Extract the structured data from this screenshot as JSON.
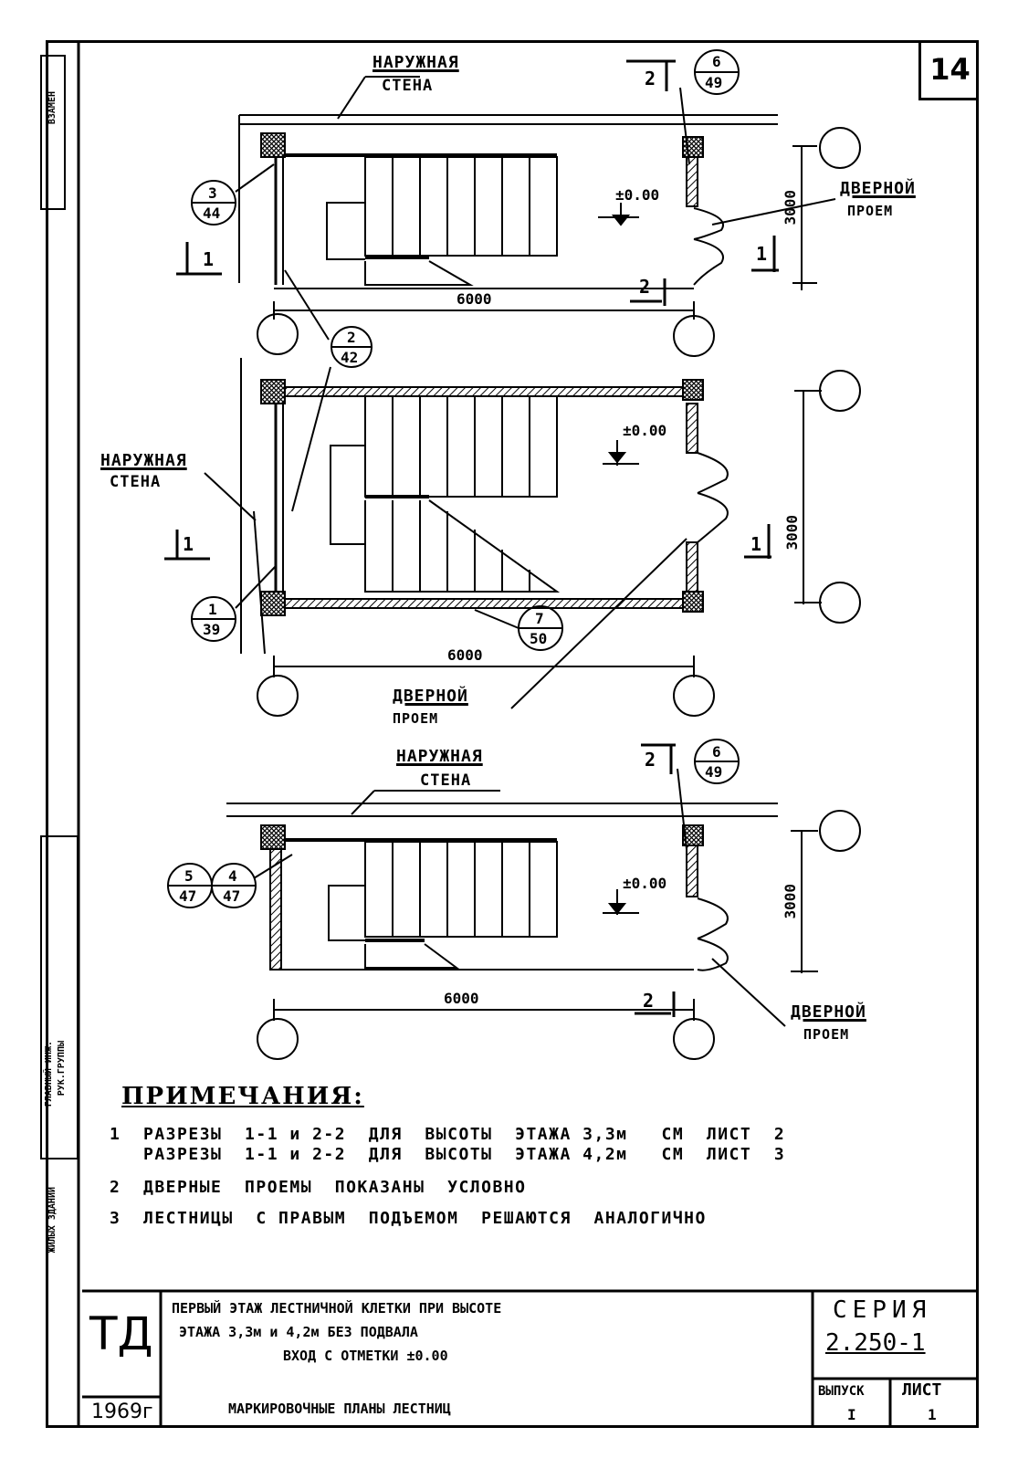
{
  "sheet_number": "14",
  "plan1": {
    "wall_label_1": "НАРУЖНАЯ",
    "wall_label_2": "СТЕНА",
    "door_label_1": "ДВЕРНОЙ",
    "door_label_2": "ПРОЕМ",
    "elevation": "±0.00",
    "dim_width": "6000",
    "dim_height": "3000",
    "cut_a": "1",
    "cut_a2": "1",
    "cut_b": "2",
    "cut_b2": "2",
    "ref_a_top": "3",
    "ref_a_bottom": "44",
    "ref_b_top": "6",
    "ref_b_bottom": "49",
    "ref_c_top": "2",
    "ref_c_bottom": "42"
  },
  "plan2": {
    "wall_label_1": "НАРУЖНАЯ",
    "wall_label_2": "СТЕНА",
    "door_label_1": "ДВЕРНОЙ",
    "door_label_2": "ПРОЕМ",
    "elevation": "±0.00",
    "dim_width": "6000",
    "dim_height": "3000",
    "cut_a": "1",
    "cut_a2": "1",
    "ref_a_top": "1",
    "ref_a_bottom": "39",
    "ref_b_top": "7",
    "ref_b_bottom": "50"
  },
  "plan3": {
    "wall_label_1": "НАРУЖНАЯ",
    "wall_label_2": "СТЕНА",
    "door_label_1": "ДВЕРНОЙ",
    "door_label_2": "ПРОЕМ",
    "elevation": "±0.00",
    "dim_width": "6000",
    "dim_height": "3000",
    "cut_b": "2",
    "cut_b2": "2",
    "ref_a_top": "5",
    "ref_a_bottom": "47",
    "ref_b_top": "4",
    "ref_b_bottom": "47",
    "ref_c_top": "6",
    "ref_c_bottom": "49"
  },
  "notes": {
    "title": "ПРИМЕЧАНИЯ:",
    "line1": "1  РАЗРЕЗЫ  1-1 и 2-2  ДЛЯ  ВЫСОТЫ  ЭТАЖА 3,3м   СМ  ЛИСТ  2",
    "line2": "   РАЗРЕЗЫ  1-1 и 2-2  ДЛЯ  ВЫСОТЫ  ЭТАЖА 4,2м   СМ  ЛИСТ  3",
    "line3": "2  ДВЕРНЫЕ  ПРОЕМЫ  ПОКАЗАНЫ  УСЛОВНО",
    "line4": "3  ЛЕСТНИЦЫ  С ПРАВЫМ  ПОДЪЕМОМ  РЕШАЮТСЯ  АНАЛОГИЧНО"
  },
  "title_block": {
    "org": "ТД",
    "year": "1969г",
    "title_line1": "ПЕРВЫЙ  ЭТАЖ  ЛЕСТНИЧНОЙ  КЛЕТКИ  ПРИ  ВЫСОТЕ",
    "title_line2": "ЭТАЖА   3,3м  и  4,2м  БЕЗ  ПОДВАЛА",
    "title_line3": "ВХОД  С  ОТМЕТКИ ±0.00",
    "title_line4": "МАРКИРОВОЧНЫЕ  ПЛАНЫ  ЛЕСТНИЦ",
    "series_label": "СЕРИЯ",
    "series_value": "2.250-1",
    "issue_label": "ВЫПУСК",
    "sheet_label": "ЛИСТ",
    "issue_value": "I",
    "sheet_value": "1"
  },
  "side_strip": {
    "top": "ВЗАМЕН",
    "mid1": "ГЛАВНЫЙ ИНЖ.",
    "mid2": "РУК.ГРУППЫ",
    "bottom": "ЖИЛЫХ ЗДАНИЙ"
  }
}
